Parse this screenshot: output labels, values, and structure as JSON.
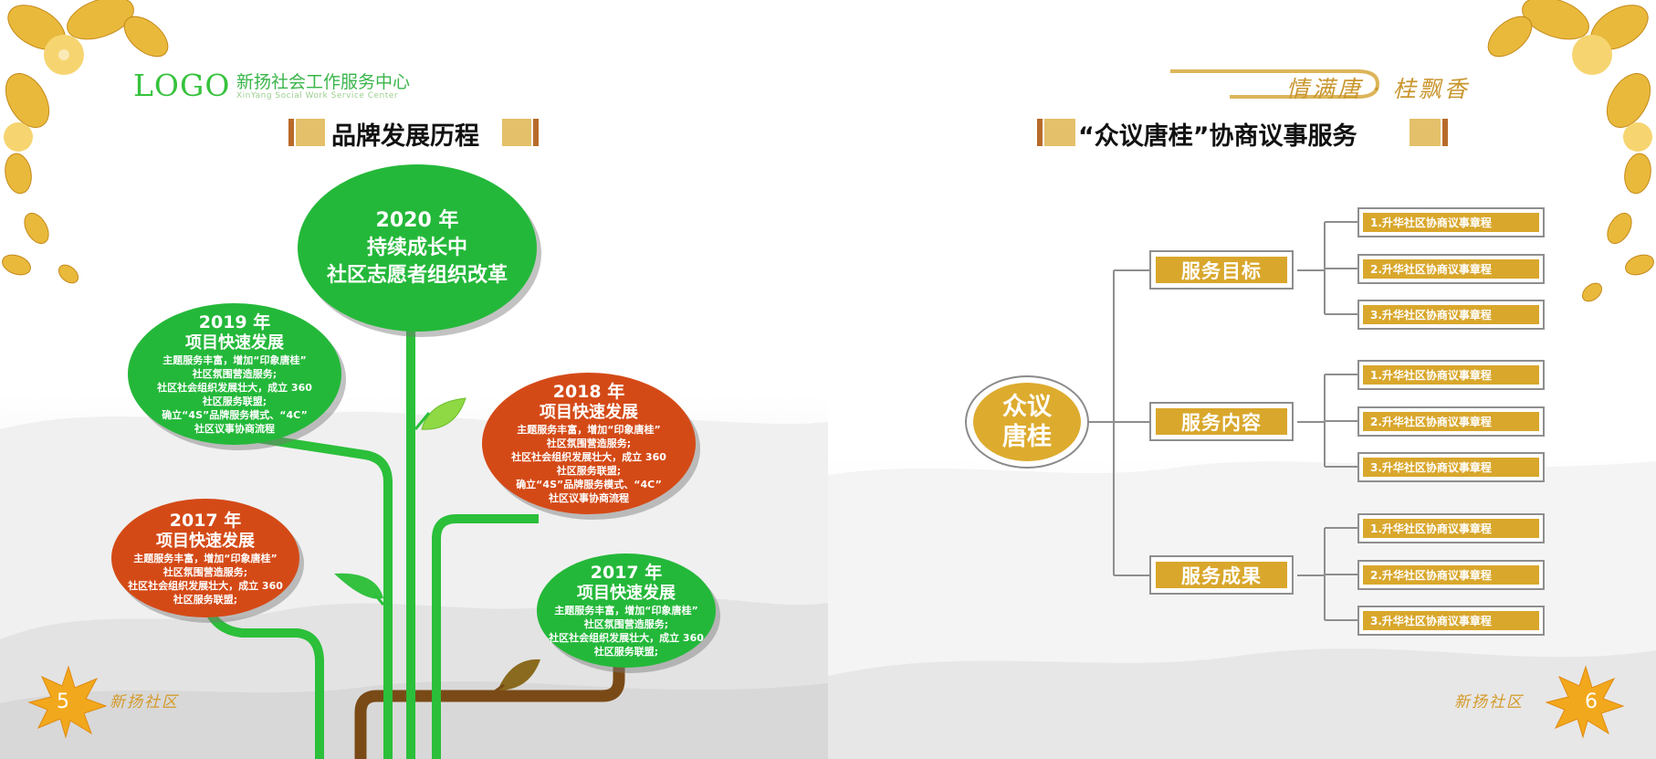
{
  "left": {
    "logo": {
      "mark": "LOGO",
      "org_cn": "新扬社会工作服务中心",
      "org_en": "XinYang Social Work Service Center"
    },
    "section_title": "品牌发展历程",
    "bubbles": [
      {
        "year": "2020 年",
        "title": "持续成长中",
        "body": [
          "社区志愿者组织改革"
        ]
      },
      {
        "year": "2019 年",
        "title": "项目快速发展",
        "body": [
          "主题服务丰富，增加“印象唐桂”",
          "社区氛围营造服务;",
          "社区社会组织发展壮大，成立 360",
          "社区服务联盟;",
          "确立“4S”品牌服务模式、“4C”",
          "社区议事协商流程"
        ]
      },
      {
        "year": "2018 年",
        "title": "项目快速发展",
        "body": [
          "主题服务丰富，增加“印象唐桂”",
          "社区氛围营造服务;",
          "社区社会组织发展壮大，成立 360",
          "社区服务联盟;",
          "确立“4S”品牌服务模式、“4C”",
          "社区议事协商流程"
        ]
      },
      {
        "year": "2017 年",
        "title": "项目快速发展",
        "body": [
          "主题服务丰富，增加“印象唐桂”",
          "社区氛围营造服务;",
          "社区社会组织发展壮大，成立 360",
          "社区服务联盟;"
        ]
      },
      {
        "year": "2017 年",
        "title": "项目快速发展",
        "body": [
          "主题服务丰富，增加“印象唐桂”",
          "社区氛围营造服务;",
          "社区社会组织发展壮大，成立 360",
          "社区服务联盟;"
        ]
      }
    ],
    "footer_text": "新扬社区",
    "page_number": "5"
  },
  "right": {
    "slogan": "情满唐 · 桂飘香",
    "section_title": "“众议唐桂”协商议事服务",
    "center": {
      "line1": "众议",
      "line2": "唐桂"
    },
    "categories": [
      {
        "label": "服务目标",
        "items": [
          "1.升华社区协商议事章程",
          "2.升华社区协商议事章程",
          "3.升华社区协商议事章程"
        ]
      },
      {
        "label": "服务内容",
        "items": [
          "1.升华社区协商议事章程",
          "2.升华社区协商议事章程",
          "3.升华社区协商议事章程"
        ]
      },
      {
        "label": "服务成果",
        "items": [
          "1.升华社区协商议事章程",
          "2.升华社区协商议事章程",
          "3.升华社区协商议事章程"
        ]
      }
    ],
    "footer_text": "新扬社区",
    "page_number": "6"
  },
  "colors": {
    "green": "#24b83a",
    "red": "#d44a17",
    "gold": "#d9a72c",
    "title_bar_brown": "#b86a2a",
    "title_bar_gold": "#e4c06a"
  }
}
